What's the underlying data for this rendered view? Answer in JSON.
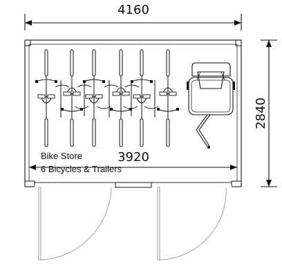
{
  "dimensions": {
    "overall_width": "4160",
    "overall_depth": "2840",
    "internal_width": "3920"
  },
  "room": {
    "name": "Bike Store",
    "contents": "6 Bicycles & Trailers"
  },
  "icons": [
    "bicycle-icon",
    "bike-trailer-icon",
    "door-swing-icon"
  ]
}
